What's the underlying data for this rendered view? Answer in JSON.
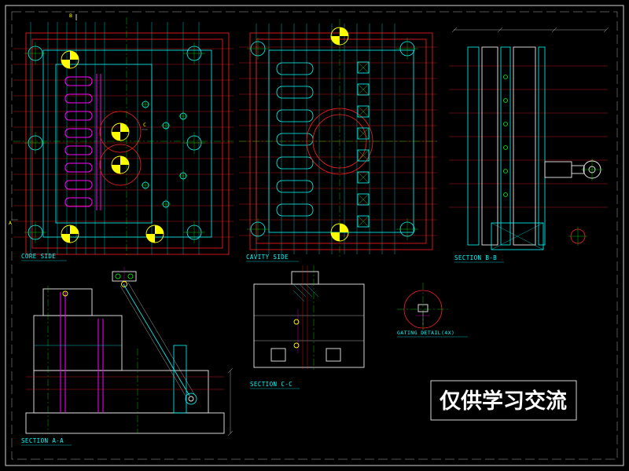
{
  "drawing": {
    "type": "cad-mold-assembly-drawing",
    "background": "#000000",
    "palette": {
      "red": "#ff2020",
      "cyan": "#00ffff",
      "magenta": "#ff00ff",
      "green": "#00ff00",
      "yellow": "#ffff00",
      "white": "#ebebeb"
    },
    "labels": {
      "core_side": "CORE SIDE",
      "cavity_side": "CAVITY SIDE",
      "section_bb": "SECTION B-B",
      "section_aa": "SECTION A-A",
      "section_cc": "SECTION C-C",
      "gating_detail": "GATING DETAIL(4X)"
    },
    "section_marks": {
      "a": "A",
      "b": "B",
      "c": "C"
    },
    "watermark": {
      "text": "仅供学习交流"
    }
  }
}
